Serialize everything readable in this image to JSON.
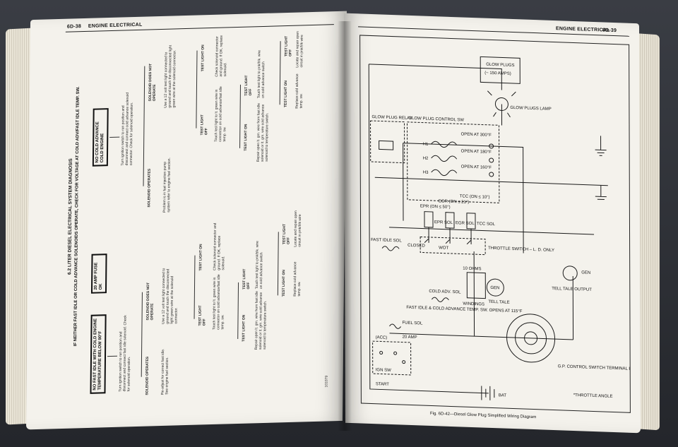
{
  "left_page": {
    "page_number": "6D-38",
    "section": "ENGINE ELECTRICAL",
    "title": "6.2 LITER DIESEL ELECTRICAL SYSTEM DIAGNOSIS",
    "subtitle": "IF NEITHER FAST IDLE OR COLD ADVANCE SOLENOIDS OPERATE, CHECK FOR VOLTAGE AT COLD ADV/FAST IDLE TEMP. SW.",
    "box_fast_idle": "NO FAST IDLE WITH COLD ENGINE TEMPERATURE BELOW 90°F",
    "box_fuse": "20 AMP FUSE OK",
    "box_cold_advance": "NO COLD ADVANCE COLD ENGINE",
    "step_turn_ign_a": "Turn ignition switch to run position and disconnect and connect fast idle solenoid. Check for solenoid operation.",
    "step_turn_ign_b": "Turn ignition switch to run position and disconnect and connect cold advance solenoid connector. Check for solenoid operation.",
    "solenoid_operates": "SOLENOID OPERATES",
    "solenoid_not_operate": "SOLENOID DOES NOT OPERATE",
    "readjust": "Re-adjust for correct fast idle. See engine fuel section.",
    "problem_pump": "Problem is in fuel injection pump system refer to engine fuel section.",
    "use_test_light_a": "Use a 12 volt test light connected to ground and touch the disconnected light green wire at the solenoid connector.",
    "use_test_light_b": "Use a 12 volt test light connected to ground and touch the disconnected light green wire at the solenoid connector.",
    "test_light_off": "TEST LIGHT OFF",
    "test_light_on": "TEST LIGHT ON",
    "touch_test_light": "Touch test light to lt. green wire in connector on cold advance/fast idle temp. sw.",
    "check_solenoid": "Check solenoid connector and ground. If OK, replace solenoid.",
    "repair_open": "Repair open lt. grn. wire from fast idle solenoid or lt. grn. wire cold advance solenoid to temperature switch.",
    "touch_pnk_blk": "Touch test light to pnk/blk. wire on cold advance switch",
    "replace_cold_adv": "Replace cold advance temp. sw.",
    "locate_repair": "Locate and repair open circuit in pnk/blk wire",
    "footnote": "101079"
  },
  "right_page": {
    "page_number": "6D-39",
    "section": "ENGINE ELECTRICAL",
    "caption": "Fig. 6D-42—Diesel Glow Plug Simplified Wiring Diagram",
    "labels": {
      "glow_plugs": "GLOW PLUGS",
      "amps": "(~ 150 AMPS)",
      "glow_plugs_lamp": "GLOW PLUGS LAMP",
      "glow_plug_relay": "GLOW PLUG RELAY",
      "glow_plug_control_sw": "GLOW PLUG CONTROL SW",
      "open_300": "OPEN AT 300°F",
      "open_180": "OPEN AT 180°F",
      "open_160": "OPEN AT 160°F",
      "h1": "H1",
      "h2": "H2",
      "h3": "H3",
      "epr": "EPR (ON ≤ 50°)",
      "egr": "EGR (ON ≤ 21°)",
      "tcc": "TCC (ON ≤ 10°)",
      "epr_sol": "EPR SOL",
      "egr_sol": "EGR SOL",
      "tcc_sol": "TCC SOL",
      "closed": "CLOSED",
      "wot": "WOT",
      "throttle_switch": "THROTTLE SWITCH – L. D. ONLY",
      "fast_idle_sol": "FAST IDLE SOL",
      "cold_adv_sol": "COLD ADV. SOL",
      "fast_idle_cold_advance": "FAST IDLE & COLD ADVANCE TEMP. SW. OPENS AT 115°F",
      "ohms": "10 OHMS",
      "windings": "WINDINGS",
      "gen": "GEN",
      "tell_tale": "TELL TALE",
      "tell_tale_output": "TELL TALE OUTPUT",
      "fuel_sol": "FUEL SOL",
      "amp20": "20 AMP",
      "acc": "(ACC)",
      "ign_sw": "IGN SW",
      "start": "START",
      "bat": "BAT",
      "gp_control_switch": "G.P. CONTROL SWITCH TERMINAL LOCATIONS",
      "throttle_angle": "*THROTTLE ANGLE"
    }
  },
  "colors": {
    "paper": "#f4f2ec",
    "ink": "#111111",
    "background": "#2a2d33"
  }
}
